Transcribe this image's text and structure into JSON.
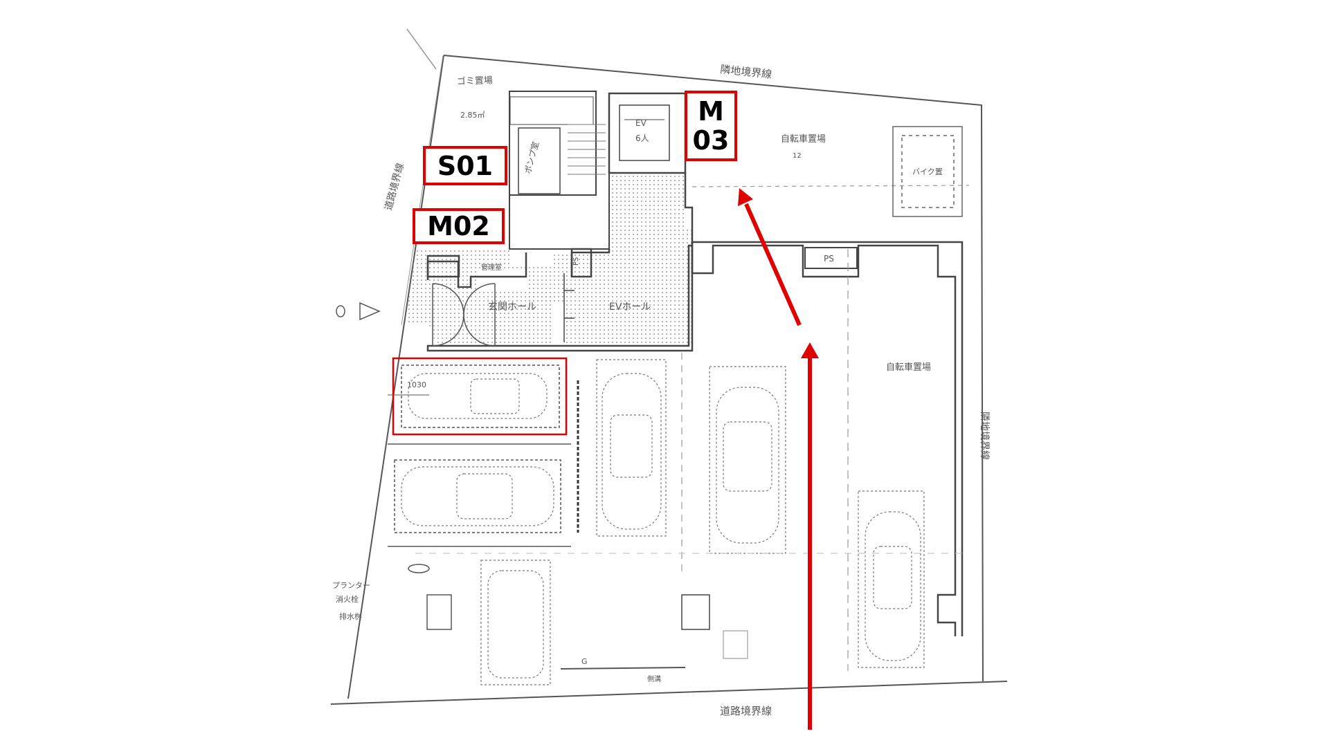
{
  "labels": {
    "s01": "S01",
    "m02": "M02",
    "m03_line1": "M",
    "m03_line2": "03"
  },
  "plan_text": {
    "neighbor_boundary_top": "隣地境界線",
    "neighbor_boundary_right": "隣地境界線",
    "road_boundary_left": "道路境界線",
    "road_boundary_bottom": "道路境界線",
    "garbage_area": "ゴミ置場",
    "garbage_area_size": "2.85㎡",
    "pump_room": "ポンプ室",
    "ev_label": "EV",
    "ev_capacity": "6人",
    "ps_small": "PS",
    "ps_large": "PS",
    "management_room": "管理室",
    "entrance_hall": "玄関ホール",
    "ev_hall": "EVホール",
    "bicycle_parking_top": "自転車置場",
    "bicycle_parking_right": "自転車置場",
    "bicycle_parking_top_sub": "12",
    "bike_storage": "バイク置",
    "dim_label": "1030",
    "fire_hydrant": "消火栓",
    "drain_label": "排水桝",
    "planter_label": "プランター",
    "gl_label": "G",
    "gutter_label": "側溝"
  },
  "colors": {
    "annotation_red": "#e00000",
    "line_dark": "#333333",
    "line_light": "#888888",
    "hatch": "#bfbfbf"
  }
}
